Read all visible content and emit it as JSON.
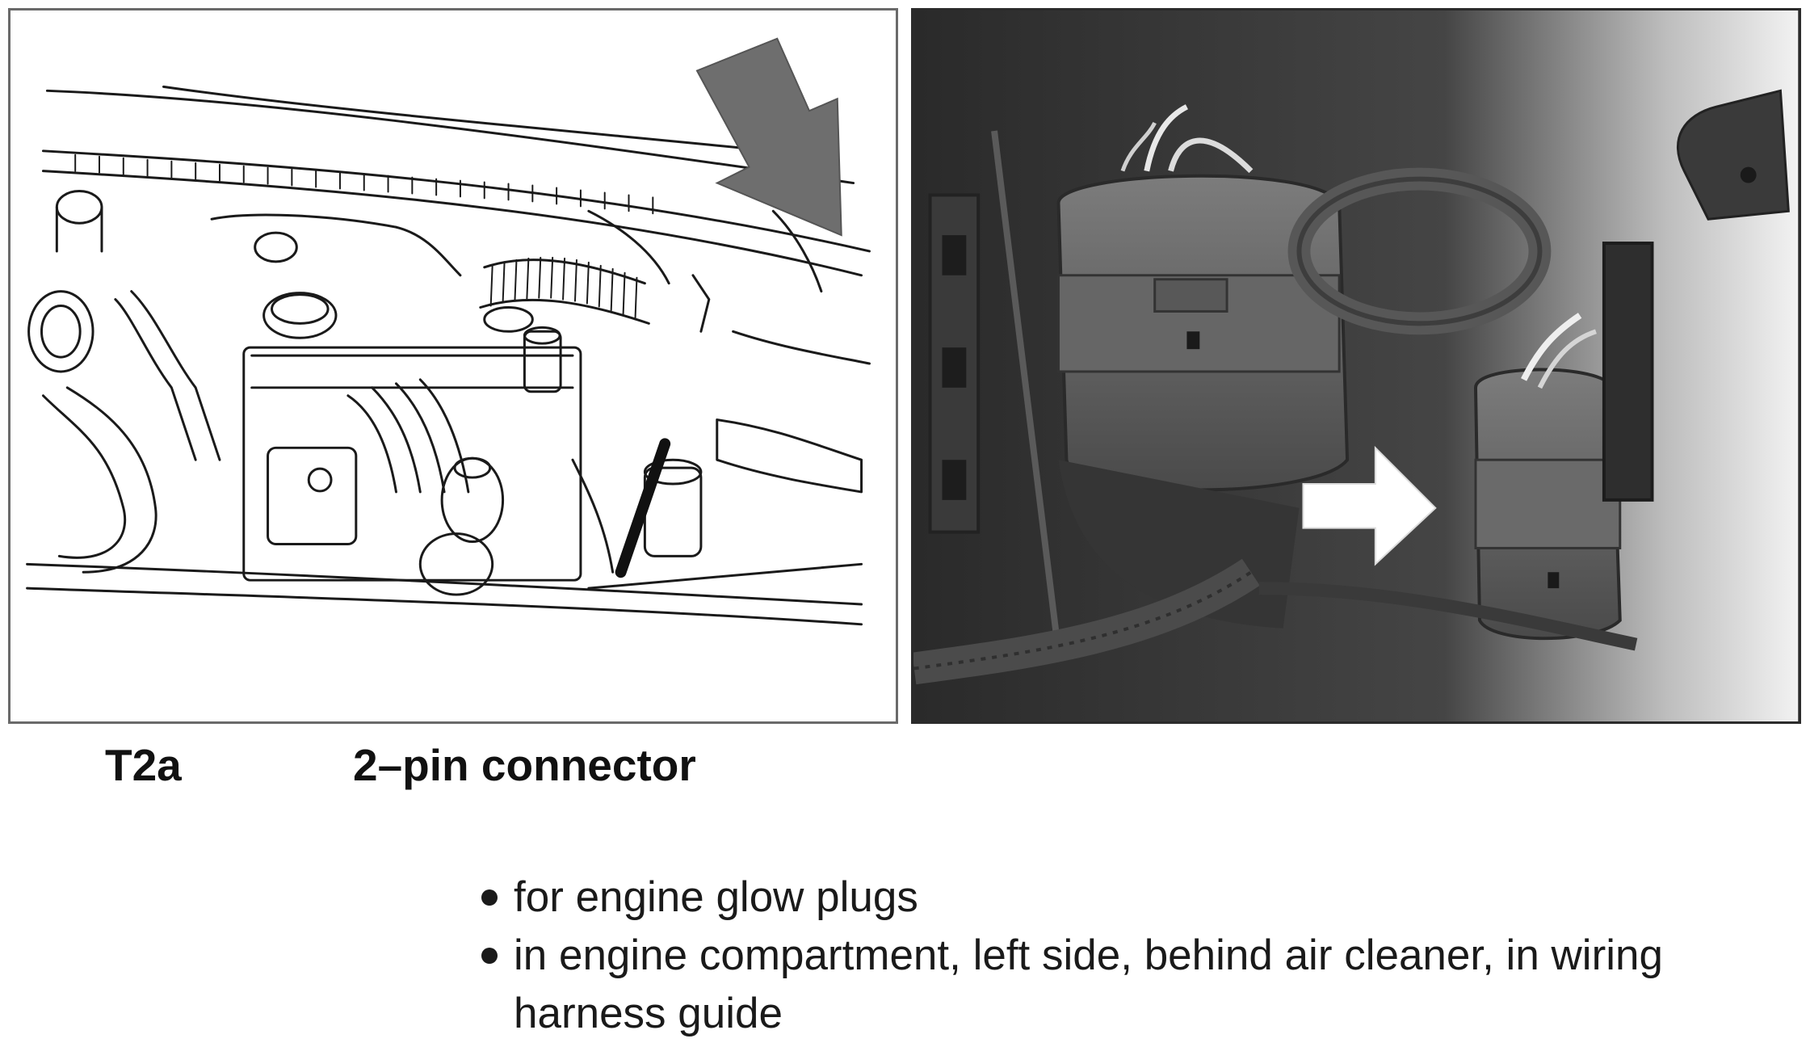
{
  "figure": {
    "drawing_icon": "engine-compartment-line-drawing",
    "photo_icon": "connector-photo",
    "drawing_arrow_color": "#6e6e6e",
    "photo_arrow_color": "#ffffff"
  },
  "connector": {
    "id": "T2a",
    "name": "2–pin connector"
  },
  "notes": [
    "for engine glow plugs",
    "in engine compartment, left side, behind air cleaner, in wiring harness guide"
  ]
}
